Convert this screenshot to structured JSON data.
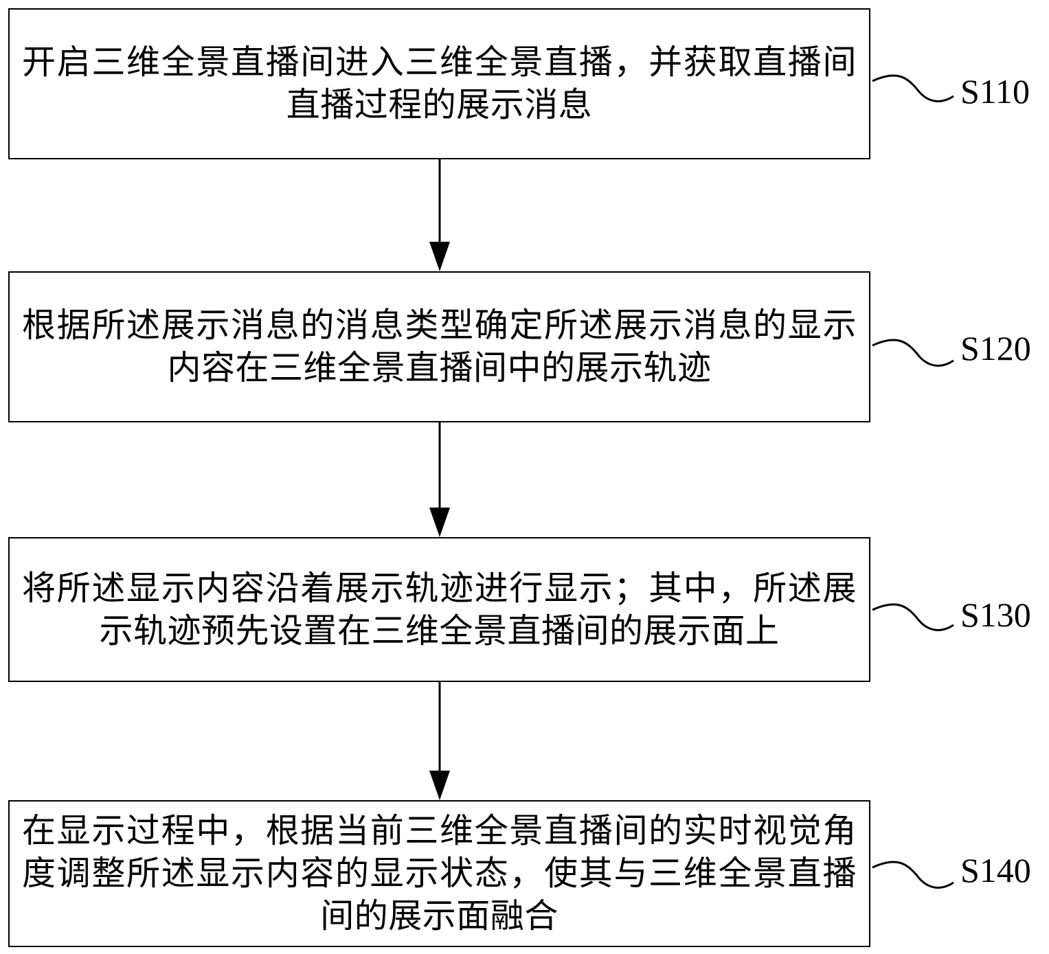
{
  "steps": [
    {
      "label": "S110",
      "text": "开启三维全景直播间进入三维全景直播，并获取直播间直播过程的展示消息"
    },
    {
      "label": "S120",
      "text": "根据所述展示消息的消息类型确定所述展示消息的显示内容在三维全景直播间中的展示轨迹"
    },
    {
      "label": "S130",
      "text": "将所述显示内容沿着展示轨迹进行显示；其中，所述展示轨迹预先设置在三维全景直播间的展示面上"
    },
    {
      "label": "S140",
      "text": "在显示过程中，根据当前三维全景直播间的实时视觉角度调整所述显示内容的显示状态，使其与三维全景直播间的展示面融合"
    }
  ]
}
